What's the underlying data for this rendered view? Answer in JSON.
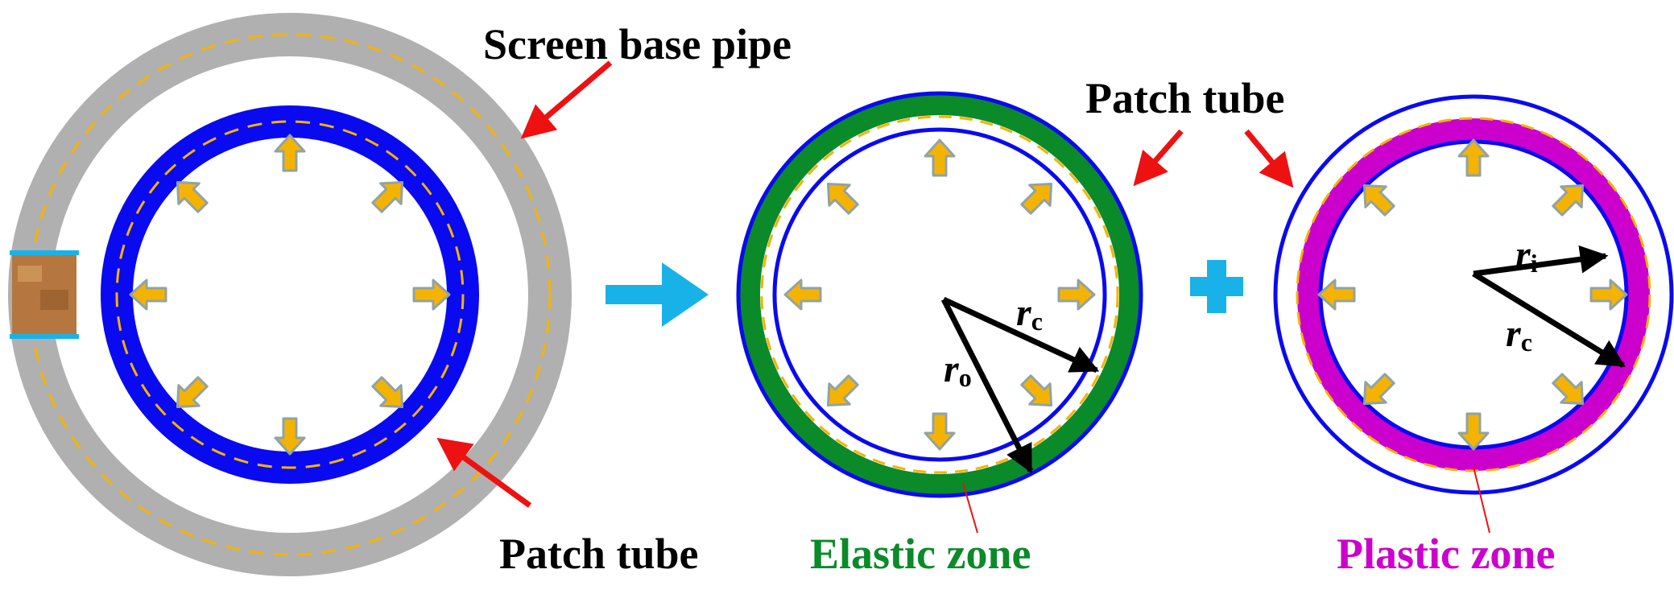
{
  "labels": {
    "screen_base_pipe": "Screen base pipe",
    "patch_tube_left": "Patch tube",
    "patch_tube_top": "Patch tube",
    "elastic_zone": "Elastic zone",
    "plastic_zone": "Plastic zone"
  },
  "symbols": {
    "r_c_mid": {
      "main": "r",
      "sub": "c"
    },
    "r_o_mid": {
      "main": "r",
      "sub": "o"
    },
    "r_i_right": {
      "main": "r",
      "sub": "i"
    },
    "r_c_right": {
      "main": "r",
      "sub": "c"
    }
  },
  "colors": {
    "screen_pipe": "#b0b0b0",
    "patch_tube": "#0a0af0",
    "elastic_zone": "#0b8a2a",
    "plastic_zone": "#cc00cc",
    "pressure_arrow_fill": "#f5b301",
    "pressure_arrow_stroke": "#8fa3a6",
    "dashed_line": "#f5b301",
    "pointer_arrow": "#ee1111",
    "flow_arrow": "#19b2e8",
    "radius_arrow": "#000000"
  }
}
